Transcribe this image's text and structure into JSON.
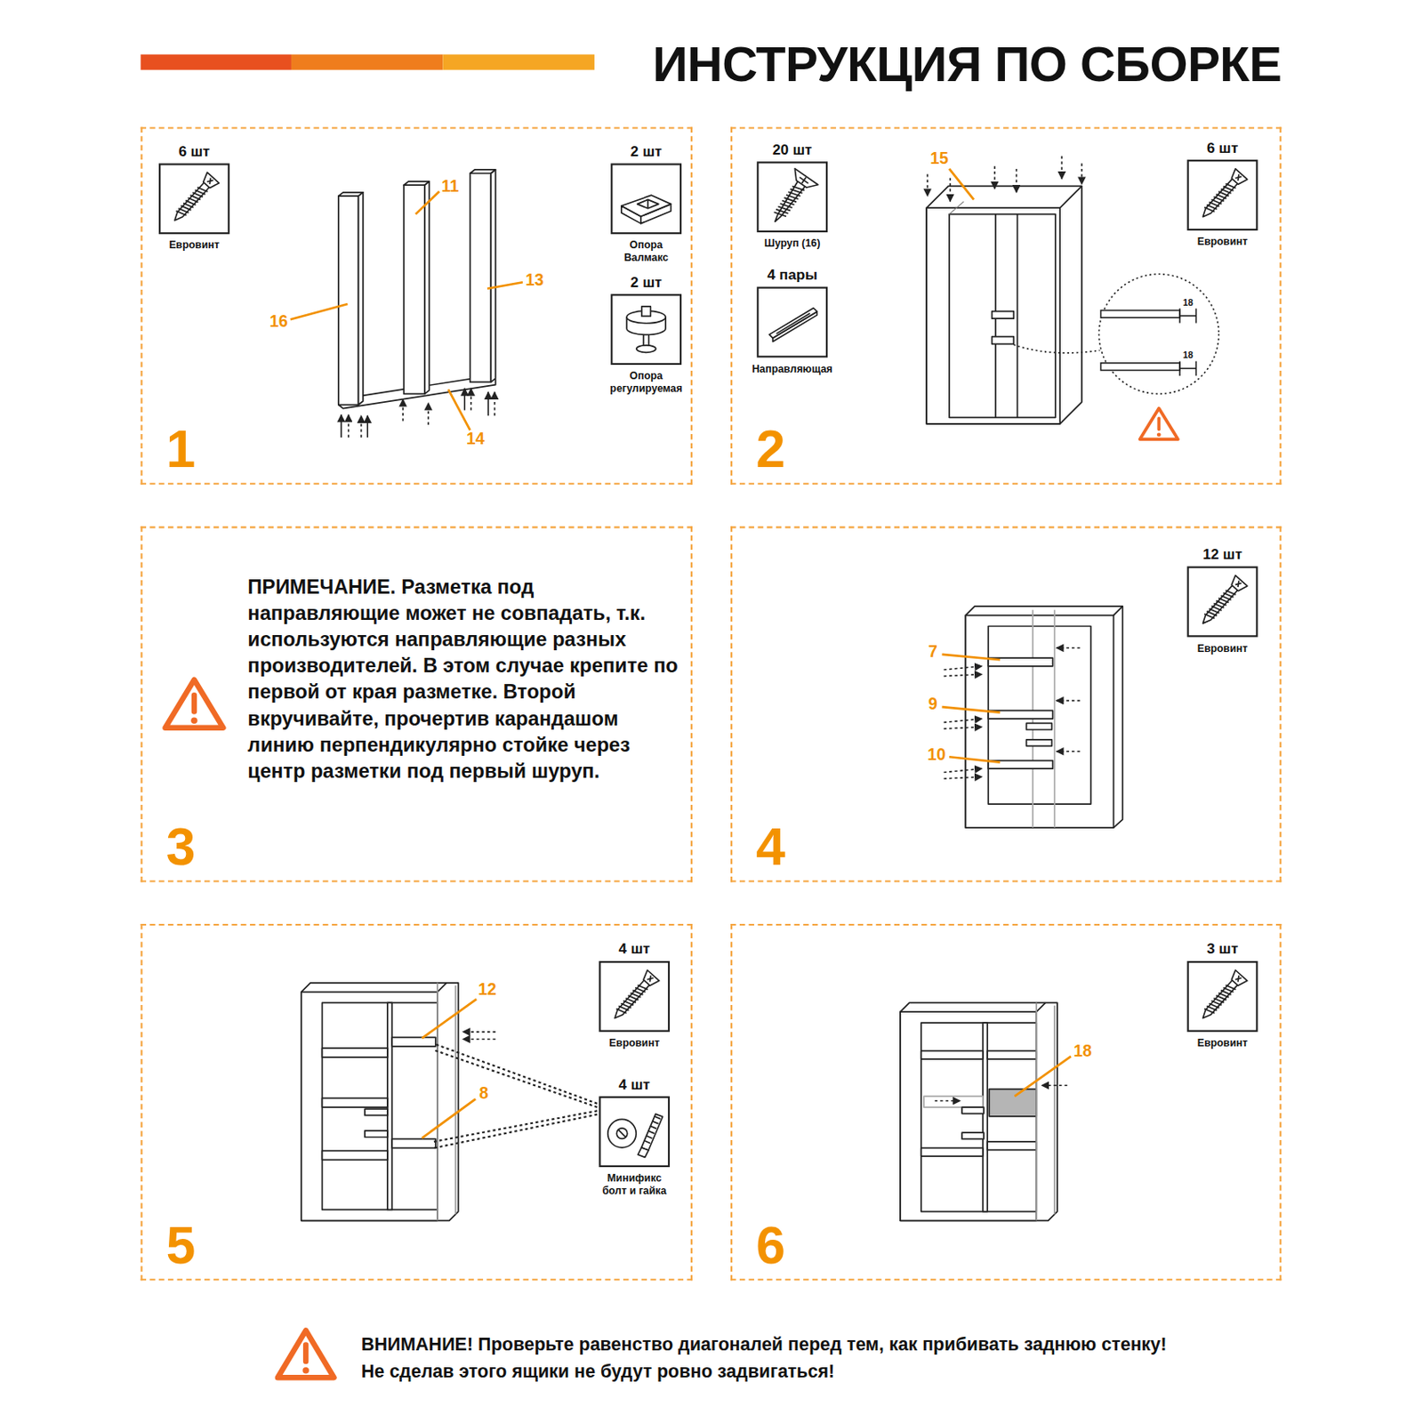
{
  "diagram": {
    "title": "ИНСТРУКЦИЯ ПО СБОРКЕ",
    "nodes": [
      {
        "text": [
          "1"
        ]
      },
      {
        "text": [
          "6 шт",
          "Евровинт"
        ],
        "in": 0
      },
      {
        "text": [
          "2 шт",
          "Опора Валмакс"
        ],
        "in": 0
      },
      {
        "text": [
          "2 шт",
          "Опора регулируемая"
        ],
        "in": 0
      },
      {
        "text": [
          "2"
        ]
      },
      {
        "text": [
          "20 шт",
          "Шуруп (16)"
        ],
        "in": 4
      },
      {
        "text": [
          "4 пары",
          "Направляющая"
        ],
        "in": 4
      },
      {
        "text": [
          "6 шт",
          "Евровинт"
        ],
        "in": 4
      },
      {
        "text": [
          "3"
        ]
      },
      {
        "text": [
          "4"
        ]
      },
      {
        "text": [
          "12 шт",
          "Евровинт"
        ],
        "in": 9
      },
      {
        "text": [
          "5"
        ]
      },
      {
        "text": [
          "4 шт",
          "Евровинт"
        ],
        "in": 11
      },
      {
        "text": [
          "4 шт",
          "Минификс болт и гайка"
        ],
        "in": 11
      },
      {
        "text": [
          "6"
        ]
      },
      {
        "text": [
          "3 шт",
          "Евровинт"
        ],
        "in": 14
      }
    ],
    "labels": [
      "11",
      "16",
      "13",
      "14",
      "15",
      "18",
      "18",
      "ПРИМЕЧАНИЕ. Разметка под направляющие может не совпадать, т.к. используются направляющие разных производителей. В этом случае крепите по первой от края разметке. Второй вкручивайте, прочертив карандашом линию перпендикулярно стойке через центр разметки под первый шуруп.",
      "7",
      "9",
      "10",
      "12",
      "8",
      "18",
      "ВНИМАНИЕ! Проверьте равенство диагоналей перед тем, как прибивать заднюю стенку! Не сделав этого ящики не будут ровно задвигаться!"
    ]
  }
}
